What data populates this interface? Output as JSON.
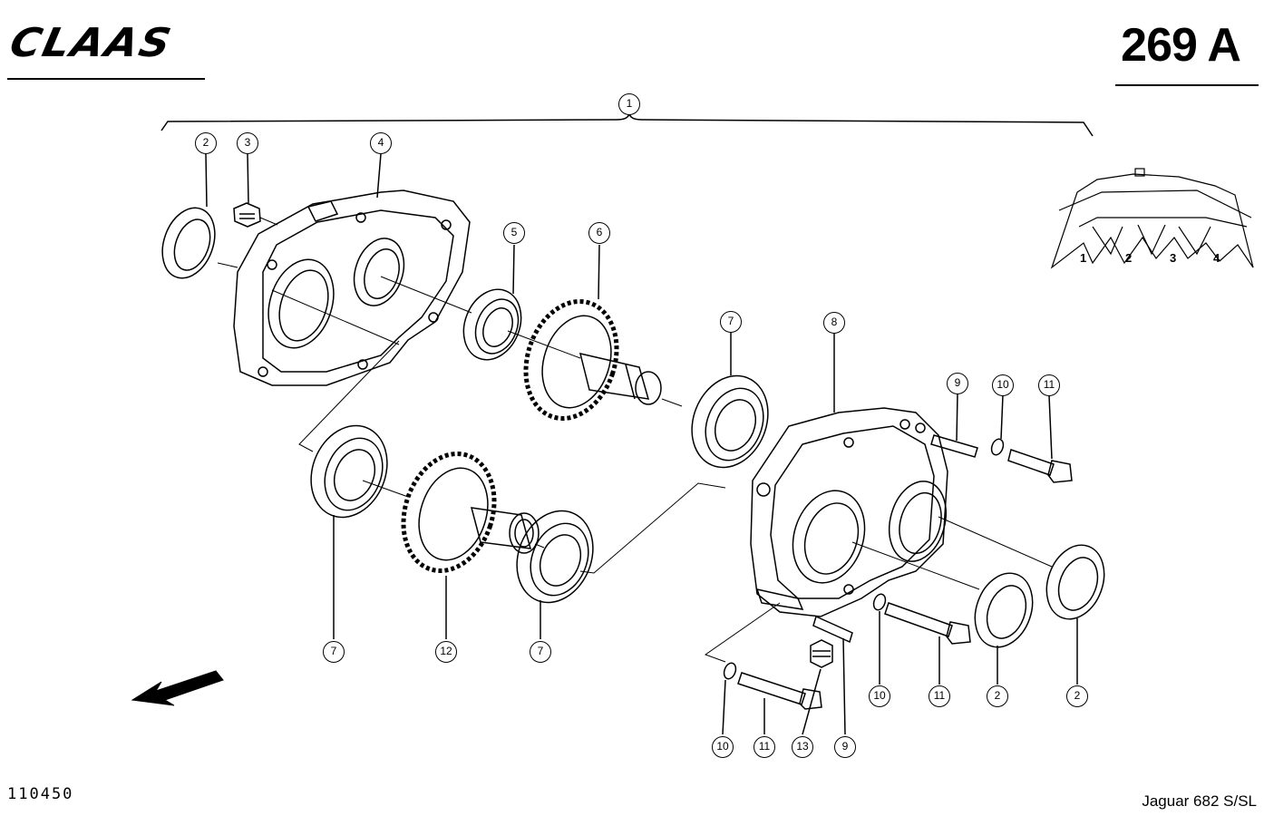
{
  "header": {
    "brand": "CLAAS",
    "page_code": "269 A"
  },
  "footer": {
    "doc_number": "110450",
    "model": "Jaguar 682 S/SL"
  },
  "callouts": [
    {
      "id": "c1",
      "label": "1"
    },
    {
      "id": "c2a",
      "label": "2"
    },
    {
      "id": "c3",
      "label": "3"
    },
    {
      "id": "c4",
      "label": "4"
    },
    {
      "id": "c5",
      "label": "5"
    },
    {
      "id": "c6",
      "label": "6"
    },
    {
      "id": "c7a",
      "label": "7"
    },
    {
      "id": "c8",
      "label": "8"
    },
    {
      "id": "c9a",
      "label": "9"
    },
    {
      "id": "c10a",
      "label": "10"
    },
    {
      "id": "c11a",
      "label": "11"
    },
    {
      "id": "c7b",
      "label": "7"
    },
    {
      "id": "c12",
      "label": "12"
    },
    {
      "id": "c7c",
      "label": "7"
    },
    {
      "id": "c10b",
      "label": "10"
    },
    {
      "id": "c11b",
      "label": "11"
    },
    {
      "id": "c2b",
      "label": "2"
    },
    {
      "id": "c2c",
      "label": "2"
    },
    {
      "id": "c10c",
      "label": "10"
    },
    {
      "id": "c11c",
      "label": "11"
    },
    {
      "id": "c13",
      "label": "13"
    },
    {
      "id": "c9b",
      "label": "9"
    }
  ],
  "location_diagram": {
    "positions": [
      "1",
      "2",
      "3",
      "4"
    ]
  }
}
